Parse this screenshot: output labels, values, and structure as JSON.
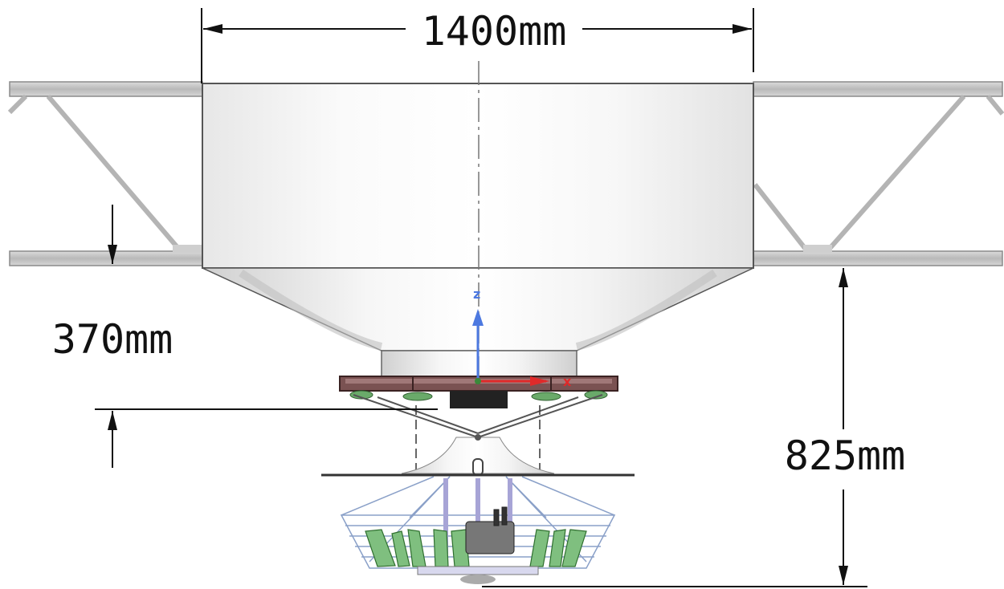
{
  "dimensions": {
    "width_label": "1400mm",
    "gap_label": "370mm",
    "height_label": "825mm"
  },
  "axes": {
    "z_label": "z",
    "x_label": "x"
  },
  "colors": {
    "line": "#222222",
    "steel": "#c9c9c9",
    "hopper_light": "#f2f2f2",
    "hopper_dark": "#d8d8d8",
    "flange": "#6a4040",
    "z_axis": "#4d79e0",
    "x_axis": "#e02a2a",
    "foliage": "#7fbf7f",
    "wire": "#8aa0c8",
    "strut": "#a7a4d6"
  }
}
